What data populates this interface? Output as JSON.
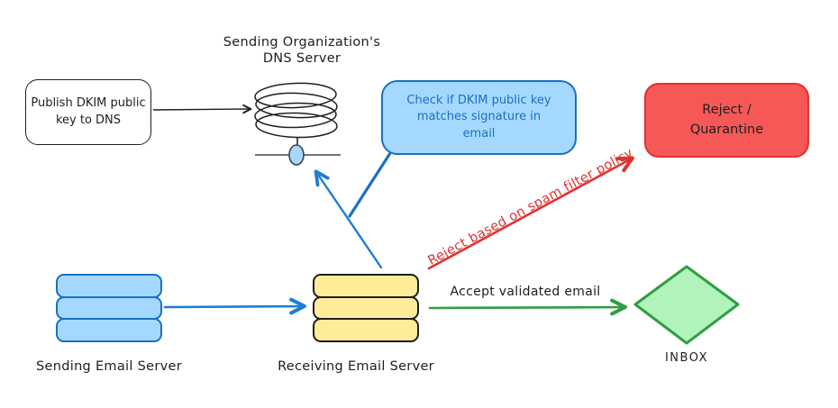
{
  "diagram": {
    "title_area": {
      "dns_label_line1": "Sending Organization's",
      "dns_label_line2": "DNS Server"
    },
    "publish_box": {
      "line1": "Publish DKIM public",
      "line2": "key to DNS"
    },
    "check_bubble": {
      "line1": "Check if DKIM public key",
      "line2": "matches signature in",
      "line3": "email"
    },
    "reject_box": {
      "line1": "Reject /",
      "line2": "Quarantine"
    },
    "sending_server": {
      "label": "Sending Email Server"
    },
    "receiving_server": {
      "label": "Receiving Email Server"
    },
    "inbox": {
      "label": "INBOX"
    },
    "edges": {
      "reject_arrow_label": "Reject based on spam filter policy",
      "accept_arrow_label": "Accept validated email"
    },
    "colors": {
      "ink": "#1e1e1e",
      "blue_fill": "#a5d8ff",
      "blue_stroke": "#1971c2",
      "blue_arrow": "#1c7ed6",
      "yellow_fill": "#ffec99",
      "red_fill": "#f65858",
      "red_stroke": "#e03131",
      "green_fill": "#b2f2bb",
      "green_stroke": "#2f9e44"
    }
  }
}
